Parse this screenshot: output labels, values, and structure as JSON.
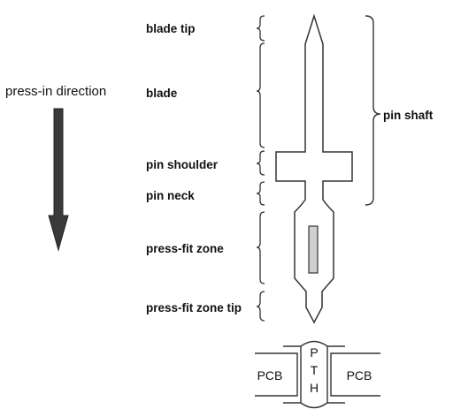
{
  "labels": {
    "direction": "press-in direction",
    "blade_tip": "blade tip",
    "blade": "blade",
    "pin_shoulder": "pin shoulder",
    "pin_neck": "pin neck",
    "press_fit_zone": "press-fit zone",
    "press_fit_zone_tip": "press-fit zone tip",
    "pin_shaft": "pin shaft"
  },
  "board": {
    "left": "PCB",
    "right": "PCB",
    "pth_letters": [
      "P",
      "T",
      "H"
    ]
  },
  "colors": {
    "pin_fill": "#ffffff",
    "slot_fill": "#d0d0d0",
    "arrow_fill": "#3a3a3a",
    "stroke": "#333333"
  }
}
